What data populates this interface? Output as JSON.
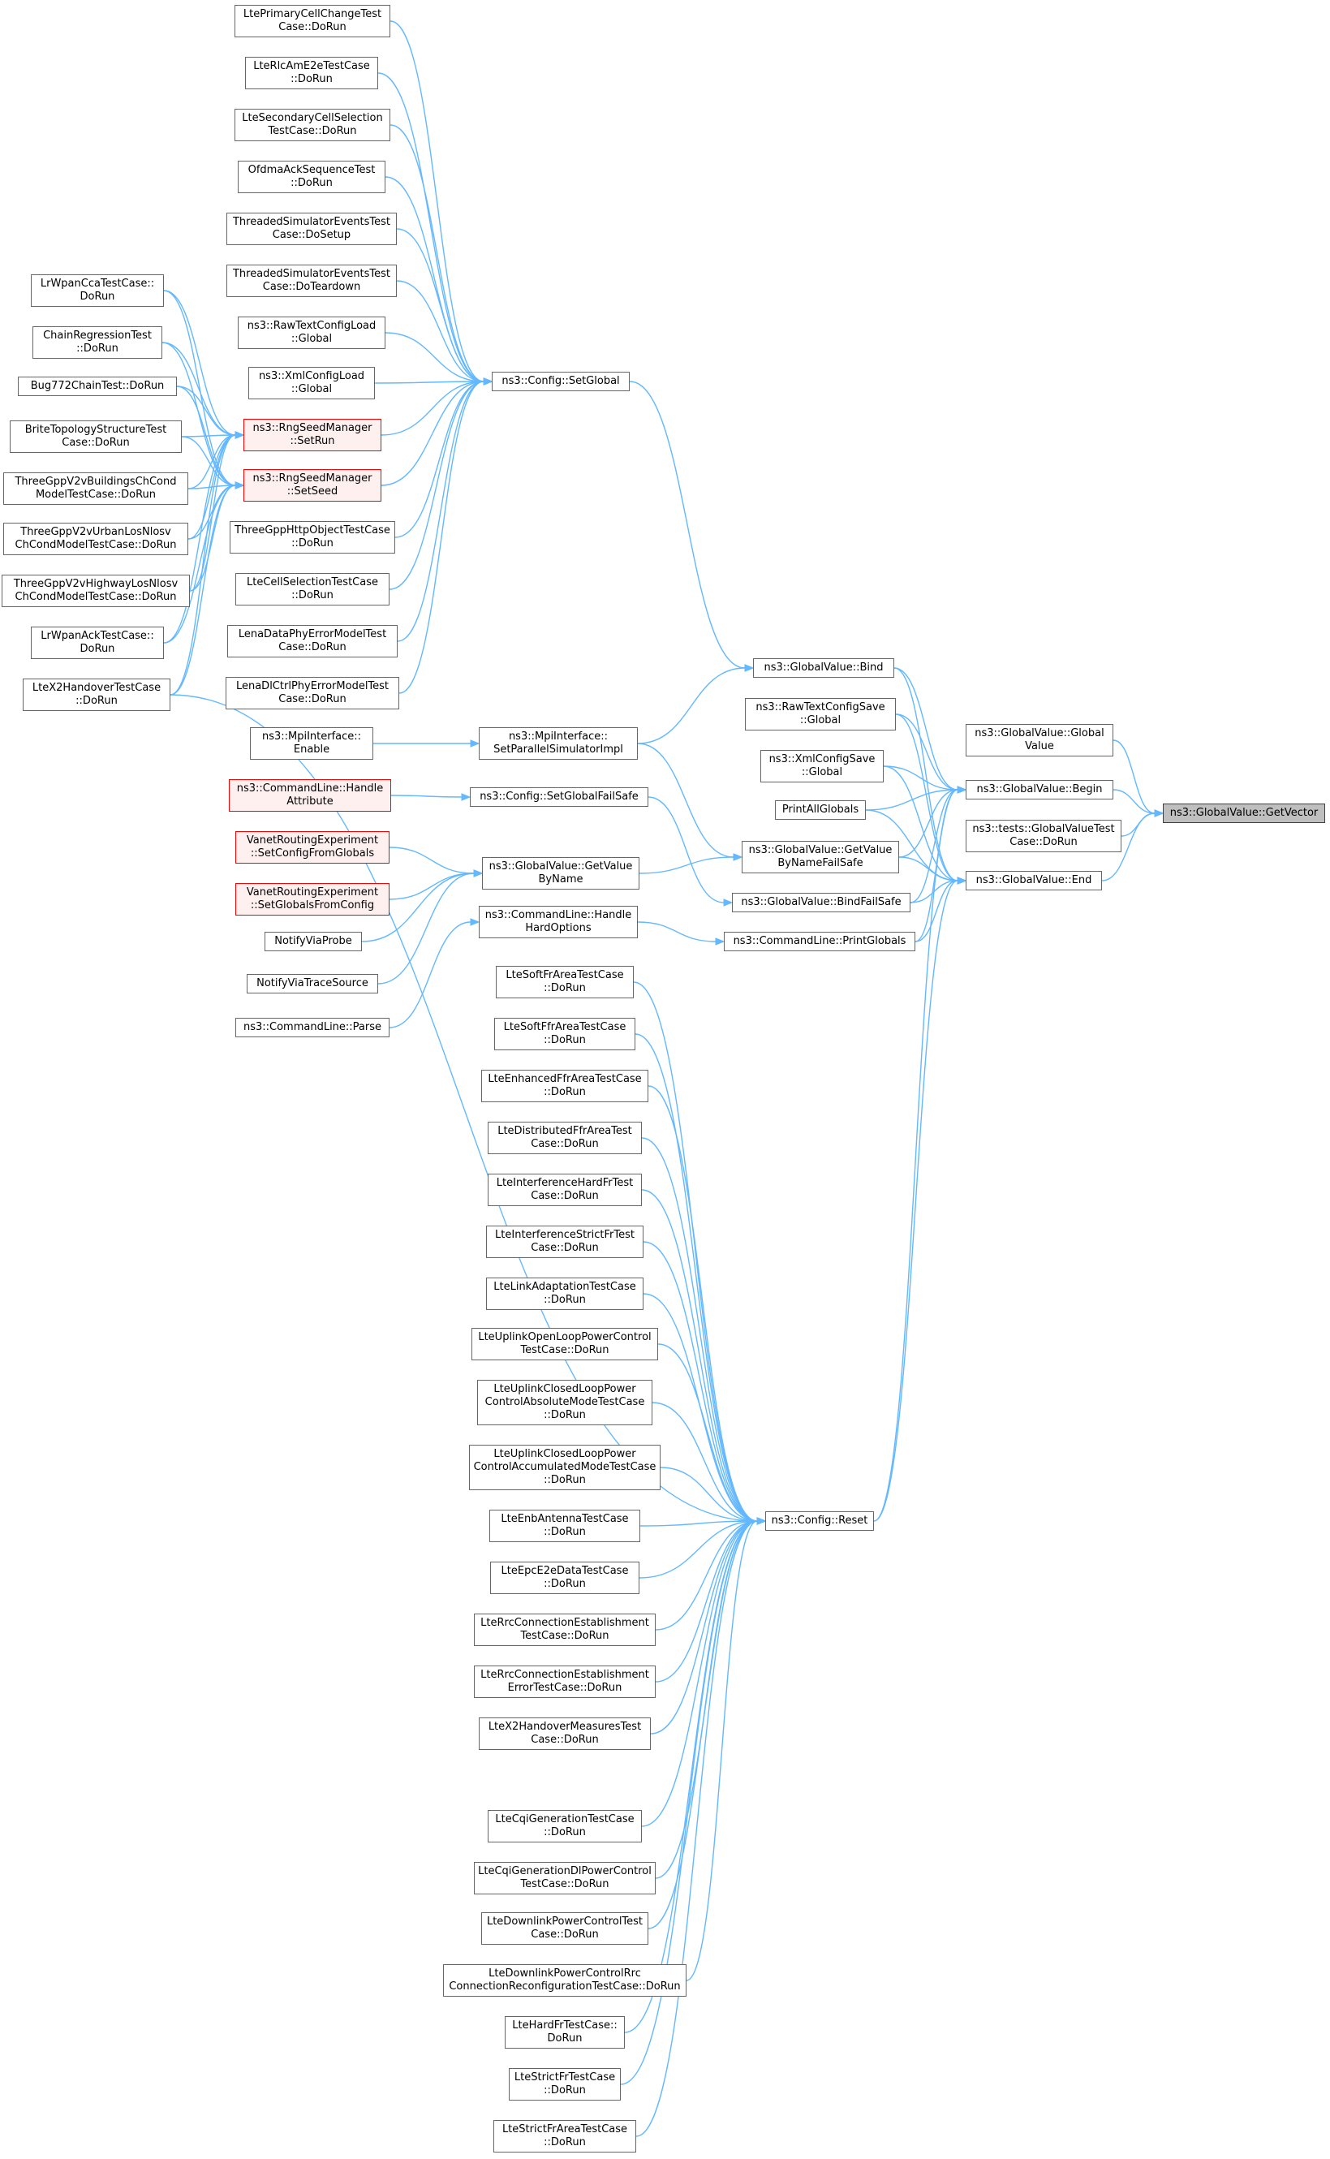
{
  "colors": {
    "edge": "#63b8ff",
    "node_border": "#666666",
    "warn_border": "#ff0000",
    "warn_fill": "#fff0f0",
    "target_fill": "#bfbfbf"
  },
  "nodes": [
    {
      "id": "getvector",
      "label": "ns3::GlobalValue::GetVector",
      "style": "target"
    },
    {
      "id": "gv_global",
      "label": "ns3::GlobalValue::Global\nValue"
    },
    {
      "id": "begin",
      "label": "ns3::GlobalValue::Begin"
    },
    {
      "id": "gvtest",
      "label": "ns3::tests::GlobalValueTest\nCase::DoRun"
    },
    {
      "id": "end",
      "label": "ns3::GlobalValue::End"
    },
    {
      "id": "bind",
      "label": "ns3::GlobalValue::Bind"
    },
    {
      "id": "rawsave",
      "label": "ns3::RawTextConfigSave\n::Global"
    },
    {
      "id": "xmlsave",
      "label": "ns3::XmlConfigSave\n::Global"
    },
    {
      "id": "printall",
      "label": "PrintAllGlobals"
    },
    {
      "id": "getvaluefs",
      "label": "ns3::GlobalValue::GetValue\nByNameFailSafe"
    },
    {
      "id": "bindfs",
      "label": "ns3::GlobalValue::BindFailSafe"
    },
    {
      "id": "printglobals",
      "label": "ns3::CommandLine::PrintGlobals"
    },
    {
      "id": "reset",
      "label": "ns3::Config::Reset"
    },
    {
      "id": "setglobal",
      "label": "ns3::Config::SetGlobal"
    },
    {
      "id": "mpiset",
      "label": "ns3::MpiInterface::\nSetParallelSimulatorImpl"
    },
    {
      "id": "setglobalfs",
      "label": "ns3::Config::SetGlobalFailSafe"
    },
    {
      "id": "getvalue",
      "label": "ns3::GlobalValue::GetValue\nByName"
    },
    {
      "id": "handlehard",
      "label": "ns3::CommandLine::Handle\nHardOptions"
    },
    {
      "id": "mpienable",
      "label": "ns3::MpiInterface::\nEnable"
    },
    {
      "id": "handleattr",
      "label": "ns3::CommandLine::Handle\nAttribute",
      "style": "warn"
    },
    {
      "id": "vanet1",
      "label": "VanetRoutingExperiment\n::SetConfigFromGlobals",
      "style": "warn"
    },
    {
      "id": "vanet2",
      "label": "VanetRoutingExperiment\n::SetGlobalsFromConfig",
      "style": "warn"
    },
    {
      "id": "notifyprobe",
      "label": "NotifyViaProbe"
    },
    {
      "id": "notifytrace",
      "label": "NotifyViaTraceSource"
    },
    {
      "id": "parse",
      "label": "ns3::CommandLine::Parse"
    },
    {
      "id": "setrun",
      "label": "ns3::RngSeedManager\n::SetRun",
      "style": "warn"
    },
    {
      "id": "setseed",
      "label": "ns3::RngSeedManager\n::SetSeed",
      "style": "warn"
    },
    {
      "id": "lteprimary",
      "label": "LtePrimaryCellChangeTest\nCase::DoRun"
    },
    {
      "id": "lterlc",
      "label": "LteRlcAmE2eTestCase\n::DoRun"
    },
    {
      "id": "ltesecondary",
      "label": "LteSecondaryCellSelection\nTestCase::DoRun"
    },
    {
      "id": "ofdma",
      "label": "OfdmaAckSequenceTest\n::DoRun"
    },
    {
      "id": "threadsetup",
      "label": "ThreadedSimulatorEventsTest\nCase::DoSetup"
    },
    {
      "id": "threadteardown",
      "label": "ThreadedSimulatorEventsTest\nCase::DoTeardown"
    },
    {
      "id": "rawload",
      "label": "ns3::RawTextConfigLoad\n::Global"
    },
    {
      "id": "xmlload",
      "label": "ns3::XmlConfigLoad\n::Global"
    },
    {
      "id": "threegpphttp",
      "label": "ThreeGppHttpObjectTestCase\n::DoRun"
    },
    {
      "id": "ltecellsel",
      "label": "LteCellSelectionTestCase\n::DoRun"
    },
    {
      "id": "lenadata",
      "label": "LenaDataPhyErrorModelTest\nCase::DoRun"
    },
    {
      "id": "lenadlctrl",
      "label": "LenaDlCtrlPhyErrorModelTest\nCase::DoRun"
    },
    {
      "id": "lrwpancca",
      "label": "LrWpanCcaTestCase::\nDoRun"
    },
    {
      "id": "chainreg",
      "label": "ChainRegressionTest\n::DoRun"
    },
    {
      "id": "bug772",
      "label": "Bug772ChainTest::DoRun"
    },
    {
      "id": "brite",
      "label": "BriteTopologyStructureTest\nCase::DoRun"
    },
    {
      "id": "v2vbuild",
      "label": "ThreeGppV2vBuildingsChCond\nModelTestCase::DoRun"
    },
    {
      "id": "v2vurban",
      "label": "ThreeGppV2vUrbanLosNlosv\nChCondModelTestCase::DoRun"
    },
    {
      "id": "v2vhighway",
      "label": "ThreeGppV2vHighwayLosNlosv\nChCondModelTestCase::DoRun"
    },
    {
      "id": "lrwpanack",
      "label": "LrWpanAckTestCase::\nDoRun"
    },
    {
      "id": "ltex2",
      "label": "LteX2HandoverTestCase\n::DoRun"
    },
    {
      "id": "r_softffr1",
      "label": "LteSoftFrAreaTestCase\n::DoRun"
    },
    {
      "id": "r_softffr2",
      "label": "LteSoftFfrAreaTestCase\n::DoRun"
    },
    {
      "id": "r_enhffr",
      "label": "LteEnhancedFfrAreaTestCase\n::DoRun"
    },
    {
      "id": "r_distffr",
      "label": "LteDistributedFfrAreaTest\nCase::DoRun"
    },
    {
      "id": "r_intfhard",
      "label": "LteInterferenceHardFrTest\nCase::DoRun"
    },
    {
      "id": "r_intfstrict",
      "label": "LteInterferenceStrictFrTest\nCase::DoRun"
    },
    {
      "id": "r_linkadapt",
      "label": "LteLinkAdaptationTestCase\n::DoRun"
    },
    {
      "id": "r_ulopen",
      "label": "LteUplinkOpenLoopPowerControl\nTestCase::DoRun"
    },
    {
      "id": "r_ulclosedabs",
      "label": "LteUplinkClosedLoopPower\nControlAbsoluteModeTestCase\n::DoRun"
    },
    {
      "id": "r_ulclosedacc",
      "label": "LteUplinkClosedLoopPower\nControlAccumulatedModeTestCase\n::DoRun"
    },
    {
      "id": "r_enbant",
      "label": "LteEnbAntennaTestCase\n::DoRun"
    },
    {
      "id": "r_epce2e",
      "label": "LteEpcE2eDataTestCase\n::DoRun"
    },
    {
      "id": "r_rrcest",
      "label": "LteRrcConnectionEstablishment\nTestCase::DoRun"
    },
    {
      "id": "r_rrcesterr",
      "label": "LteRrcConnectionEstablishment\nErrorTestCase::DoRun"
    },
    {
      "id": "r_x2meas",
      "label": "LteX2HandoverMeasuresTest\nCase::DoRun"
    },
    {
      "id": "r_cqigen",
      "label": "LteCqiGenerationTestCase\n::DoRun"
    },
    {
      "id": "r_cqidl",
      "label": "LteCqiGenerationDlPowerControl\nTestCase::DoRun"
    },
    {
      "id": "r_dlpc",
      "label": "LteDownlinkPowerControlTest\nCase::DoRun"
    },
    {
      "id": "r_dlpcrrc",
      "label": "LteDownlinkPowerControlRrc\nConnectionReconfigurationTestCase::DoRun"
    },
    {
      "id": "r_hardfr",
      "label": "LteHardFrTestCase::\nDoRun"
    },
    {
      "id": "r_strictfr",
      "label": "LteStrictFrTestCase\n::DoRun"
    },
    {
      "id": "r_strictfrarea",
      "label": "LteStrictFrAreaTestCase\n::DoRun"
    }
  ],
  "edges": [
    [
      "gv_global",
      "getvector"
    ],
    [
      "begin",
      "getvector"
    ],
    [
      "gvtest",
      "getvector"
    ],
    [
      "end",
      "getvector"
    ],
    [
      "bind",
      "begin"
    ],
    [
      "bind",
      "end"
    ],
    [
      "rawsave",
      "begin"
    ],
    [
      "rawsave",
      "end"
    ],
    [
      "xmlsave",
      "begin"
    ],
    [
      "xmlsave",
      "end"
    ],
    [
      "printall",
      "begin"
    ],
    [
      "printall",
      "end"
    ],
    [
      "getvaluefs",
      "begin"
    ],
    [
      "getvaluefs",
      "end"
    ],
    [
      "bindfs",
      "begin"
    ],
    [
      "bindfs",
      "end"
    ],
    [
      "printglobals",
      "begin"
    ],
    [
      "printglobals",
      "end"
    ],
    [
      "reset",
      "begin"
    ],
    [
      "reset",
      "end"
    ],
    [
      "setglobal",
      "bind"
    ],
    [
      "mpiset",
      "bind"
    ],
    [
      "setglobalfs",
      "bindfs"
    ],
    [
      "getvalue",
      "getvaluefs"
    ],
    [
      "mpiset",
      "getvaluefs"
    ],
    [
      "handlehard",
      "printglobals"
    ],
    [
      "mpienable",
      "mpiset"
    ],
    [
      "handleattr",
      "setglobalfs"
    ],
    [
      "vanet1",
      "getvalue"
    ],
    [
      "vanet2",
      "getvalue"
    ],
    [
      "notifyprobe",
      "getvalue"
    ],
    [
      "notifytrace",
      "getvalue"
    ],
    [
      "parse",
      "handlehard"
    ],
    [
      "setrun",
      "setglobal"
    ],
    [
      "setseed",
      "setglobal"
    ],
    [
      "lteprimary",
      "setglobal"
    ],
    [
      "lterlc",
      "setglobal"
    ],
    [
      "ltesecondary",
      "setglobal"
    ],
    [
      "ofdma",
      "setglobal"
    ],
    [
      "threadsetup",
      "setglobal"
    ],
    [
      "threadteardown",
      "setglobal"
    ],
    [
      "rawload",
      "setglobal"
    ],
    [
      "xmlload",
      "setglobal"
    ],
    [
      "threegpphttp",
      "setglobal"
    ],
    [
      "ltecellsel",
      "setglobal"
    ],
    [
      "lenadata",
      "setglobal"
    ],
    [
      "lenadlctrl",
      "setglobal"
    ],
    [
      "lrwpancca",
      "setrun"
    ],
    [
      "lrwpancca",
      "setseed"
    ],
    [
      "chainreg",
      "setrun"
    ],
    [
      "chainreg",
      "setseed"
    ],
    [
      "bug772",
      "setrun"
    ],
    [
      "bug772",
      "setseed"
    ],
    [
      "brite",
      "setrun"
    ],
    [
      "brite",
      "setseed"
    ],
    [
      "v2vbuild",
      "setrun"
    ],
    [
      "v2vbuild",
      "setseed"
    ],
    [
      "v2vurban",
      "setrun"
    ],
    [
      "v2vurban",
      "setseed"
    ],
    [
      "v2vhighway",
      "setrun"
    ],
    [
      "v2vhighway",
      "setseed"
    ],
    [
      "lrwpanack",
      "setrun"
    ],
    [
      "lrwpanack",
      "setseed"
    ],
    [
      "ltex2",
      "setrun"
    ],
    [
      "ltex2",
      "setseed"
    ],
    [
      "ltex2",
      "reset"
    ],
    [
      "r_softffr1",
      "reset"
    ],
    [
      "r_softffr2",
      "reset"
    ],
    [
      "r_enhffr",
      "reset"
    ],
    [
      "r_distffr",
      "reset"
    ],
    [
      "r_intfhard",
      "reset"
    ],
    [
      "r_intfstrict",
      "reset"
    ],
    [
      "r_linkadapt",
      "reset"
    ],
    [
      "r_ulopen",
      "reset"
    ],
    [
      "r_ulclosedabs",
      "reset"
    ],
    [
      "r_ulclosedacc",
      "reset"
    ],
    [
      "r_enbant",
      "reset"
    ],
    [
      "r_epce2e",
      "reset"
    ],
    [
      "r_rrcest",
      "reset"
    ],
    [
      "r_rrcesterr",
      "reset"
    ],
    [
      "r_x2meas",
      "reset"
    ],
    [
      "r_cqigen",
      "reset"
    ],
    [
      "r_cqidl",
      "reset"
    ],
    [
      "r_dlpc",
      "reset"
    ],
    [
      "r_dlpcrrc",
      "reset"
    ],
    [
      "r_hardfr",
      "reset"
    ],
    [
      "r_strictfr",
      "reset"
    ],
    [
      "r_strictfrarea",
      "reset"
    ]
  ]
}
